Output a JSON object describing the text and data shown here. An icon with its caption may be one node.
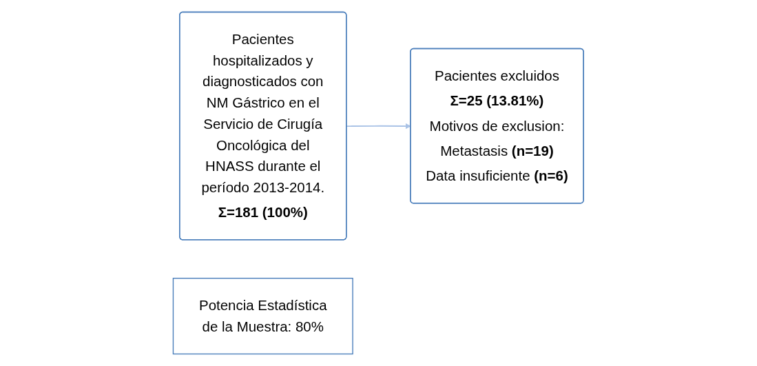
{
  "diagram": {
    "nodes": [
      {
        "text": [
          "Pacientes hospitalizados y diagnosticados con NM Gástrico en el Servicio de Cirugía Oncológica del HNASS durante el período 2013-2014.",
          "**Σ=181 (100%)**"
        ]
      },
      {
        "text": [
          "Pacientes excluidos",
          "**Σ=25 (13.81%)**",
          "Motivos de exclusion:",
          "Metastasis **(n=19)**",
          "Data insuficiente **(n=6)**"
        ]
      },
      {
        "text": [
          "Potencia Estadística de la Muestra: 80%"
        ]
      }
    ],
    "edges": [
      {
        "from": 0,
        "to": 1,
        "arrow": "to"
      }
    ]
  }
}
